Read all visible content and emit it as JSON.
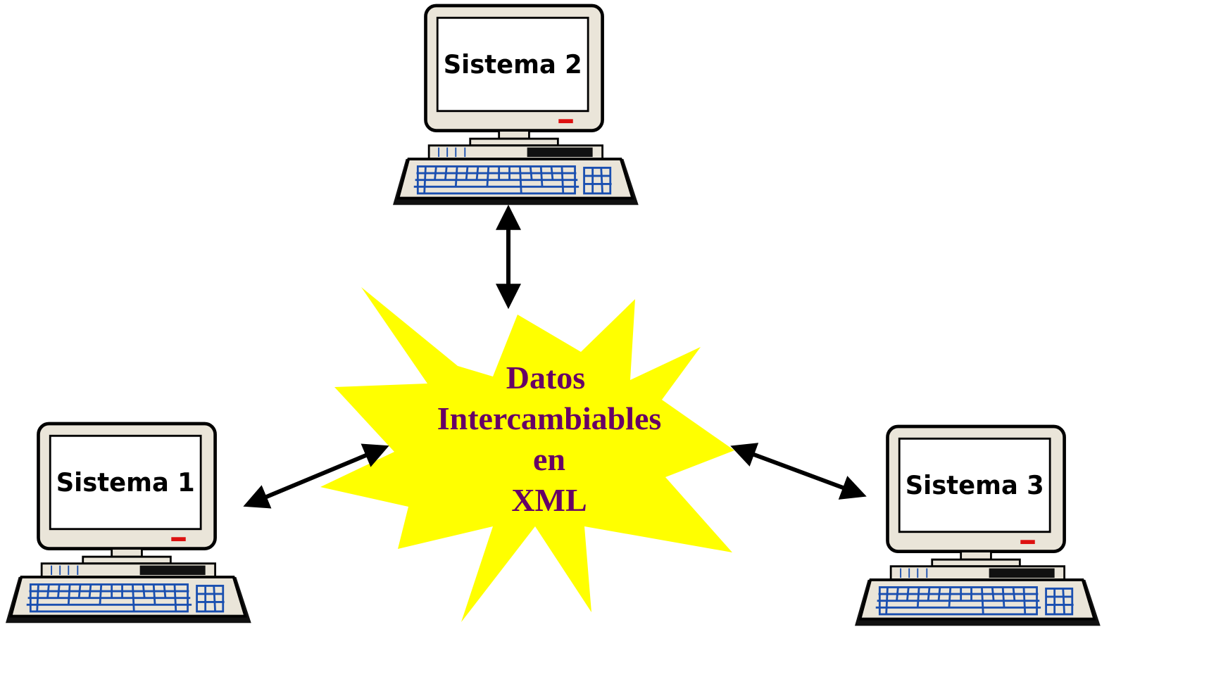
{
  "computers": [
    {
      "id": "sistema-1",
      "label": "Sistema 1"
    },
    {
      "id": "sistema-2",
      "label": "Sistema 2"
    },
    {
      "id": "sistema-3",
      "label": "Sistema 3"
    }
  ],
  "center": {
    "lines": [
      "Datos",
      "Intercambiables",
      "en",
      "XML"
    ]
  },
  "colors": {
    "star_fill": "#ffff00",
    "star_text": "#660066",
    "screen_bezel": "#eae5d9",
    "keys": "#1a4fb0",
    "power_led": "#dd1111",
    "arrow": "#000000"
  }
}
